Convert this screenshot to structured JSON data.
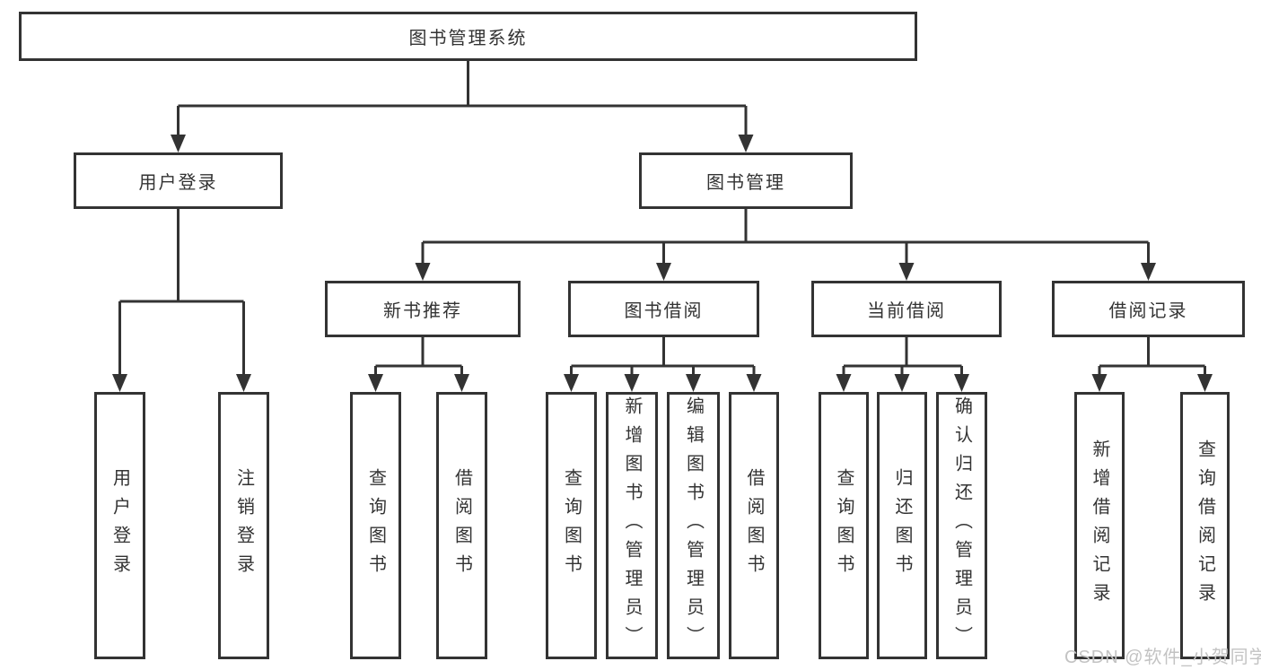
{
  "diagram": {
    "root": {
      "label": "图书管理系统"
    },
    "branches": [
      {
        "label": "用户登录",
        "children": [
          "用户登录",
          "注销登录"
        ]
      },
      {
        "label": "图书管理",
        "modules": [
          {
            "label": "新书推荐",
            "children": [
              "查询图书",
              "借阅图书"
            ]
          },
          {
            "label": "图书借阅",
            "children": [
              "查询图书",
              "新增图书（管理员）",
              "编辑图书（管理员）",
              "借阅图书"
            ]
          },
          {
            "label": "当前借阅",
            "children": [
              "查询图书",
              "归还图书",
              "确认归还（管理员）"
            ]
          },
          {
            "label": "借阅记录",
            "children": [
              "新增借阅记录",
              "查询借阅记录"
            ]
          }
        ]
      }
    ]
  },
  "watermark": {
    "text": "CSDN @软件_小贺同学"
  },
  "colors": {
    "line": "#333333",
    "text": "#333333",
    "box_background": "#ffffff",
    "page_background": "#ffffff",
    "watermark": "#c3c3c3"
  }
}
